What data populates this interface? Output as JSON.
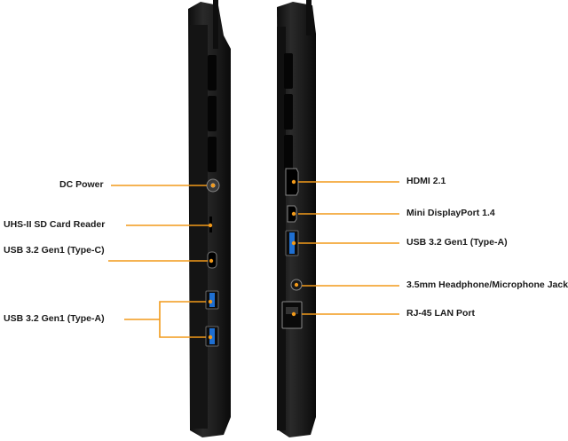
{
  "colors": {
    "callout_line": "#f29a1a",
    "chassis": "#1c1c1c",
    "usb_blue": "#1f6fd1"
  },
  "left_side": {
    "labels": {
      "dc_power": "DC Power",
      "sd_card": "UHS-II SD Card Reader",
      "usb_c": "USB 3.2 Gen1 (Type-C)",
      "usb_a": "USB 3.2 Gen1 (Type-A)"
    }
  },
  "right_side": {
    "labels": {
      "hdmi": "HDMI 2.1",
      "mini_dp": "Mini DisplayPort 1.4",
      "usb_a": "USB 3.2 Gen1 (Type-A)",
      "audio": "3.5mm Headphone/Microphone Jack",
      "rj45": "RJ-45 LAN Port"
    }
  }
}
